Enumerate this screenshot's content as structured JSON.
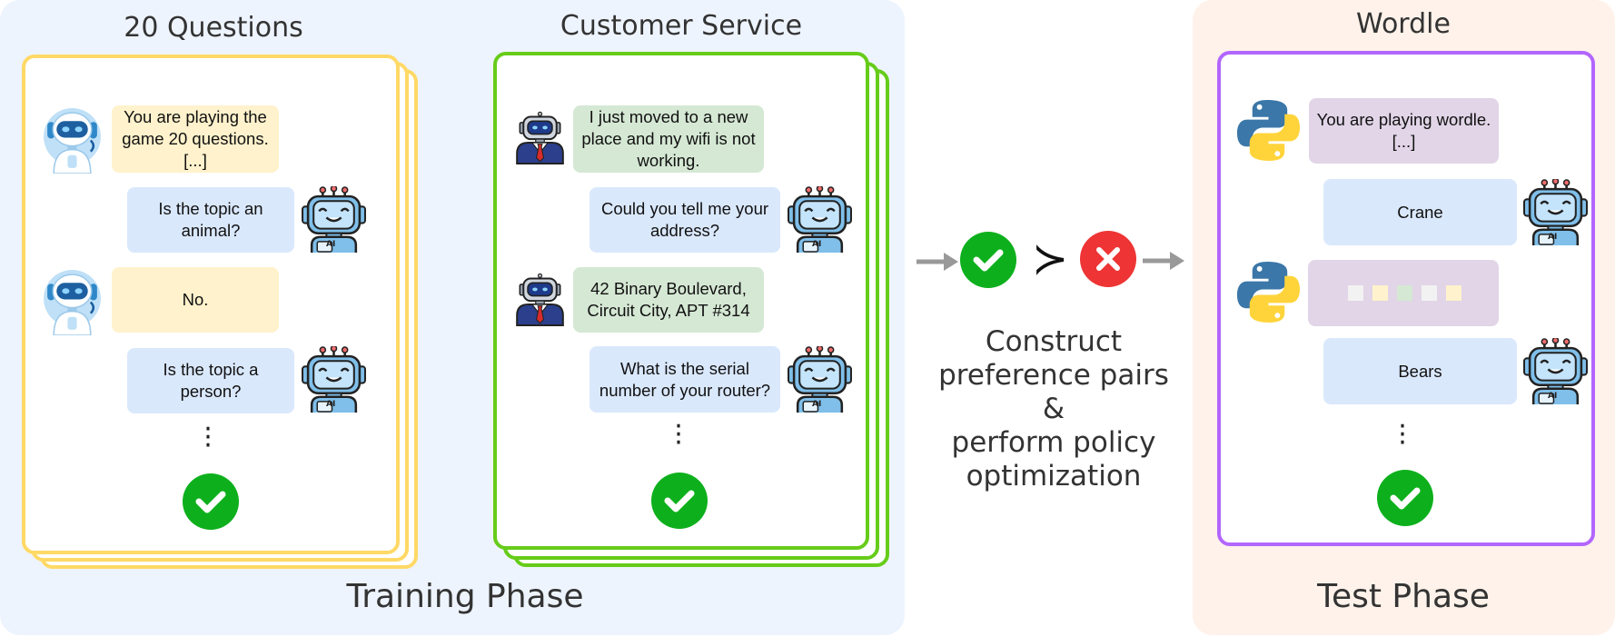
{
  "training": {
    "phase_label": "Training Phase",
    "q20": {
      "title": "20 Questions",
      "msg1": "You are playing the\ngame 20 questions.\n[...]",
      "msg2": "Is the topic an\nanimal?",
      "msg3": "No.",
      "msg4": "Is the topic a\nperson?"
    },
    "cs": {
      "title": "Customer Service",
      "msg1": "I just moved to a new\nplace and my wifi is not\nworking.",
      "msg2": "Could you tell me your\naddress?",
      "msg3": "42 Binary Boulevard,\nCircuit City, APT #314",
      "msg4": "What is the serial\nnumber of your router?"
    }
  },
  "middle": {
    "preference_symbol": "≻",
    "caption": "Construct\npreference pairs\n&\nperform policy\n optimization"
  },
  "test": {
    "phase_label": "Test Phase",
    "wordle": {
      "title": "Wordle",
      "msg1": "You are playing wordle.\n[...]",
      "msg2": "Crane",
      "msg4": "Bears"
    }
  },
  "agent_badge": "AI",
  "colors": {
    "q20_border": "#ffd966",
    "cs_border": "#66cc1a",
    "wordle_border": "#b266ff",
    "check": "#0db01c",
    "cross": "#ee3434",
    "arrow": "#999999"
  },
  "wordle_feedback_squares": [
    "#f2f2f2",
    "#fff2cc",
    "#d5e8d4",
    "#f2f2f2",
    "#fff2cc"
  ]
}
